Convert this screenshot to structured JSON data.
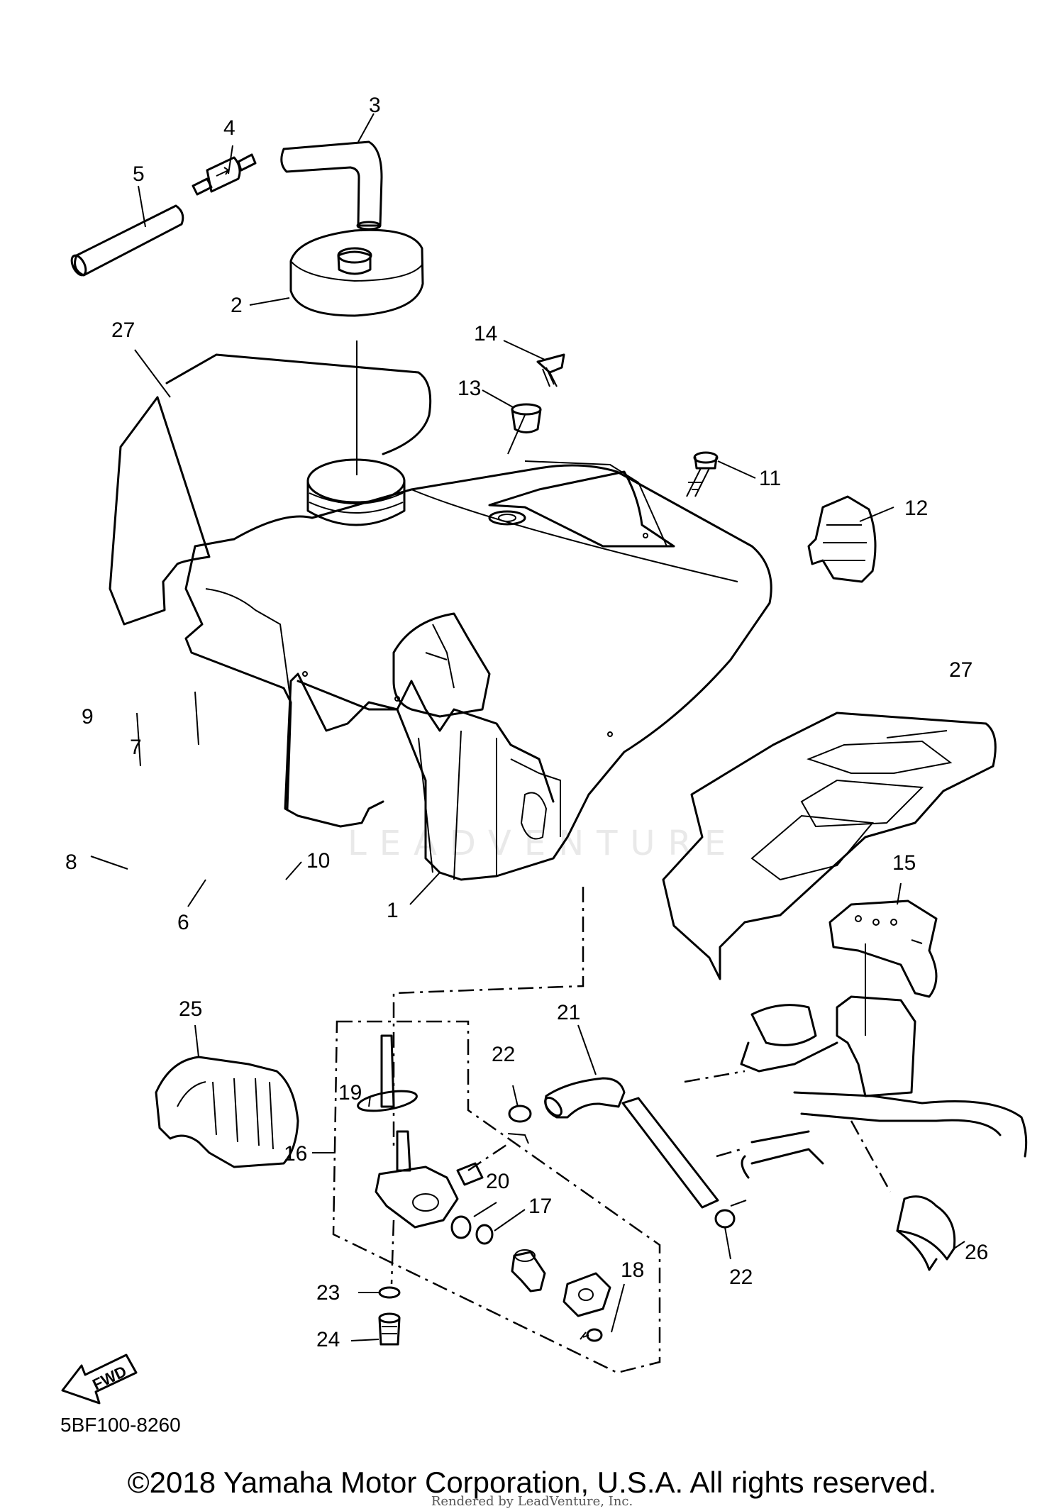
{
  "diagram": {
    "callouts": [
      {
        "id": "1",
        "label": "1"
      },
      {
        "id": "2",
        "label": "2"
      },
      {
        "id": "3",
        "label": "3"
      },
      {
        "id": "4",
        "label": "4"
      },
      {
        "id": "5",
        "label": "5"
      },
      {
        "id": "6",
        "label": "6"
      },
      {
        "id": "7",
        "label": "7"
      },
      {
        "id": "8",
        "label": "8"
      },
      {
        "id": "9",
        "label": "9"
      },
      {
        "id": "10",
        "label": "10"
      },
      {
        "id": "11",
        "label": "11"
      },
      {
        "id": "12",
        "label": "12"
      },
      {
        "id": "13",
        "label": "13"
      },
      {
        "id": "14",
        "label": "14"
      },
      {
        "id": "15",
        "label": "15"
      },
      {
        "id": "16",
        "label": "16"
      },
      {
        "id": "17",
        "label": "17"
      },
      {
        "id": "18",
        "label": "18"
      },
      {
        "id": "19",
        "label": "19"
      },
      {
        "id": "20",
        "label": "20"
      },
      {
        "id": "21",
        "label": "21"
      },
      {
        "id": "22a",
        "label": "22"
      },
      {
        "id": "22b",
        "label": "22"
      },
      {
        "id": "23",
        "label": "23"
      },
      {
        "id": "24",
        "label": "24"
      },
      {
        "id": "25",
        "label": "25"
      },
      {
        "id": "26",
        "label": "26"
      },
      {
        "id": "27a",
        "label": "27"
      },
      {
        "id": "27b",
        "label": "27"
      }
    ],
    "fwd_label": "FWD",
    "code": "5BF100-8260",
    "watermark": "LEADVENTURE"
  },
  "footer": {
    "copyright": "©2018 Yamaha Motor Corporation, U.S.A. All rights reserved.",
    "rendered_by": "Rendered by LeadVenture, Inc."
  }
}
